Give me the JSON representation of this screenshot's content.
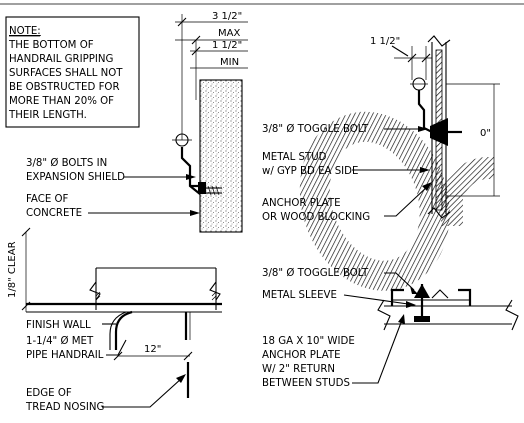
{
  "note": {
    "title": "NOTE:",
    "lines": [
      "THE BOTTOM OF",
      "HANDRAIL GRIPPING",
      "SURFACES SHALL NOT",
      "BE OBSTRUCTED FOR",
      "MORE THAN 20% OF",
      "THEIR LENGTH."
    ]
  },
  "dimensions": {
    "max_value": "3 1/2\"",
    "max_label": "MAX",
    "min_value": "1 1/2\"",
    "min_label": "MIN",
    "right_clear": "1 1/2\"",
    "vertical_clear": "1/8\" CLEAR",
    "stud_dim": "0\"",
    "plan_offset": "12\""
  },
  "labels": {
    "bolts": [
      "3/8\" Ø BOLTS IN",
      "EXPANSION SHIELD"
    ],
    "face": [
      "FACE OF",
      "CONCRETE"
    ],
    "finish_wall": "FINISH WALL",
    "pipe": [
      "1-1/4\" Ø MET",
      "PIPE HANDRAIL"
    ],
    "edge": [
      "EDGE OF",
      "TREAD NOSING"
    ],
    "toggle_top": "3/8\" Ø TOGGLE BOLT",
    "stud": [
      "METAL STUD",
      "w/ GYP BD EA SIDE"
    ],
    "anchor": [
      "ANCHOR PLATE",
      "OR WOOD BLOCKING"
    ],
    "toggle_bottom": "3/8\" Ø TOGGLE BOLT",
    "sleeve": "METAL SLEEVE",
    "ga": [
      "18 GA X 10\" WIDE",
      "ANCHOR PLATE",
      "W/ 2\" RETURN",
      "BETWEEN STUDS"
    ]
  },
  "colors": {
    "ink": "#000000",
    "paper": "#ffffff",
    "watermark": "#000000"
  }
}
